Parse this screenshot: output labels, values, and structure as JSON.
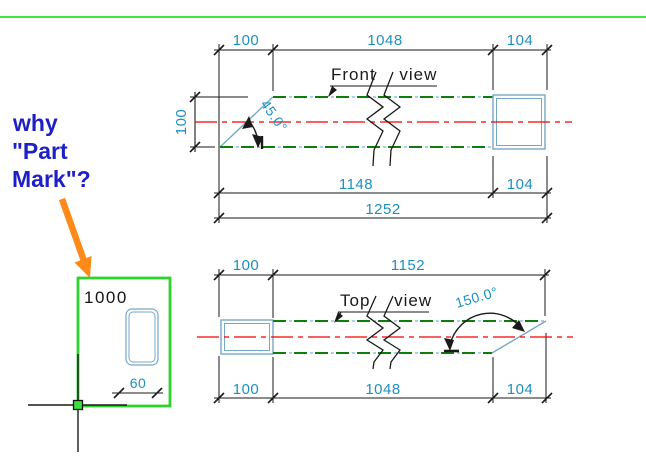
{
  "drawing": {
    "title": "beam part drawing with front and top views"
  },
  "question": {
    "lines": [
      "why",
      "\"Part",
      "Mark\"?"
    ]
  },
  "front_view": {
    "label": "Front view",
    "top_dims": [
      "100",
      "1048",
      "104"
    ],
    "bottom_dims": [
      "1148",
      "104"
    ],
    "total_dim": "1252",
    "height_dim": "100",
    "angle": "45.0°"
  },
  "top_view": {
    "label": "Top view",
    "top_dims": [
      "100",
      "1152"
    ],
    "bottom_dims": [
      "100",
      "1048",
      "104"
    ],
    "angle": "150.0°"
  },
  "part": {
    "mark": "1000",
    "width_dim": "60"
  },
  "colors": {
    "dimension_text": "#1d8fc0",
    "part_outline": "#76a8c8",
    "hidden_edge_green": "#0e7d0e",
    "centerline_red": "#f40000",
    "selection_green": "#2fd32f",
    "arrow_orange": "#ff8a1a",
    "question_blue": "#1f1fc8"
  }
}
